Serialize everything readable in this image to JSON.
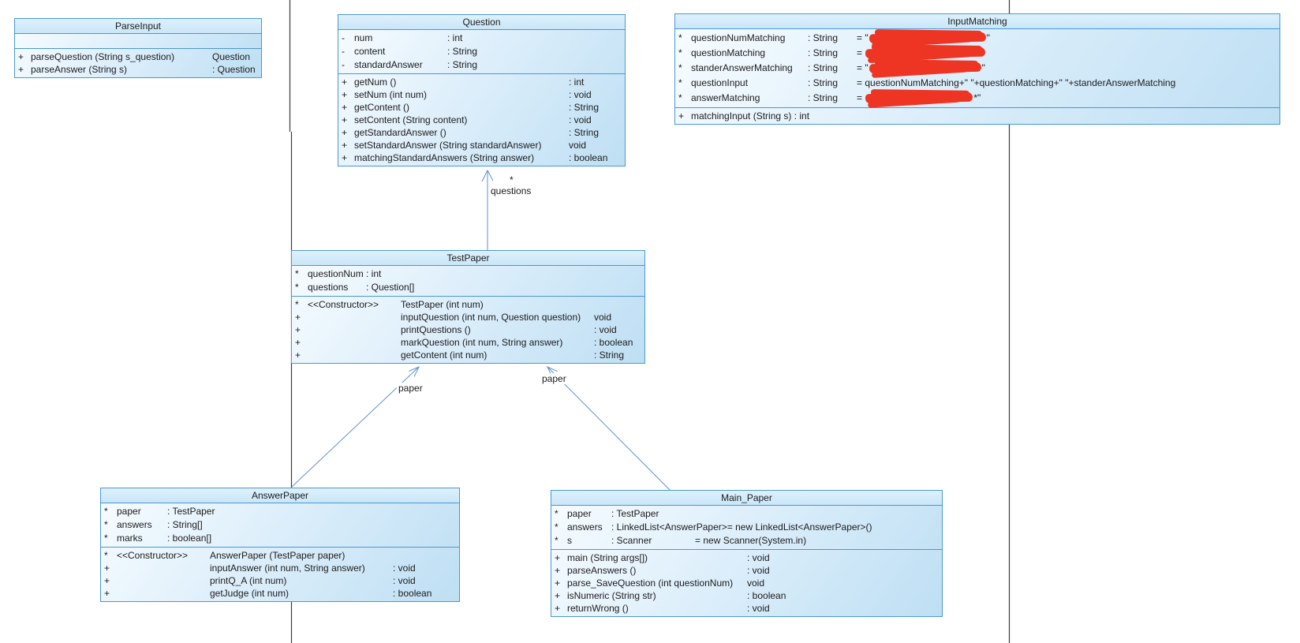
{
  "diagram": {
    "type": "uml-class-diagram",
    "colors": {
      "box_border": "#4a98d3",
      "box_fill_light": "#f7fcff",
      "box_fill_dark": "#bedff3",
      "association_line": "#5e93cc",
      "page_boundary_line": "#3c3c3c",
      "redaction_red": "#ee3524"
    },
    "edge_labels": [
      {
        "text": "*"
      },
      {
        "text": "questions"
      },
      {
        "text": "paper"
      },
      {
        "text": "paper"
      }
    ],
    "classes": [
      {
        "name": "ParseInput",
        "attributes": [],
        "operations": [
          {
            "v": "+",
            "sig": "parseQuestion (String s_question)",
            "t": "Question"
          },
          {
            "v": "+",
            "sig": "parseAnswer (String s)",
            "t": ": Question"
          }
        ]
      },
      {
        "name": "Question",
        "attributes": [
          {
            "v": "-",
            "n": "num",
            "t": ": int"
          },
          {
            "v": "-",
            "n": "content",
            "t": ": String"
          },
          {
            "v": "-",
            "n": "standardAnswer",
            "t": ": String"
          }
        ],
        "operations": [
          {
            "v": "+",
            "sig": "getNum ()",
            "t": ": int"
          },
          {
            "v": "+",
            "sig": "setNum (int num)",
            "t": ": void"
          },
          {
            "v": "+",
            "sig": "getContent ()",
            "t": ": String"
          },
          {
            "v": "+",
            "sig": "setContent (String content)",
            "t": ": void"
          },
          {
            "v": "+",
            "sig": "getStandardAnswer ()",
            "t": ": String"
          },
          {
            "v": "+",
            "sig": "setStandardAnswer (String standardAnswer)",
            "t": "void"
          },
          {
            "v": "+",
            "sig": "matchingStandardAnswers (String answer)",
            "t": ": boolean"
          }
        ]
      },
      {
        "name": "InputMatching",
        "attributes": [
          {
            "v": "*",
            "n": "questionNumMatching",
            "t": ": String",
            "val": {
              "pre": "= \"",
              "redact": 148,
              "tail": "\""
            }
          },
          {
            "v": "*",
            "n": "questionMatching",
            "t": ": String",
            "val": {
              "pre": "= ",
              "redact": 152,
              "tail": ""
            }
          },
          {
            "v": "*",
            "n": "standerAnswerMatching",
            "t": ": String",
            "val": {
              "pre": "= \"",
              "redact": 142,
              "tail": "\""
            }
          },
          {
            "v": "*",
            "n": "questionInput",
            "t": ": String",
            "val": "= questionNumMatching+\" \"+questionMatching+\" \"+standerAnswerMatching"
          },
          {
            "v": "*",
            "n": "answerMatching",
            "t": ": String",
            "val": {
              "pre": "= ",
              "redact": 136,
              "tail": "*\""
            }
          }
        ],
        "operations": [
          {
            "v": "+",
            "sig": "matchingInput (String s) : int",
            "t": ""
          }
        ]
      },
      {
        "name": "TestPaper",
        "attributes": [
          {
            "v": "*",
            "n": "questionNum",
            "t": ": int"
          },
          {
            "v": "*",
            "n": "questions",
            "t": ": Question[]"
          }
        ],
        "operations": [
          {
            "v": "*",
            "s": "<<Constructor>>",
            "sig": "TestPaper (int num)",
            "t": ""
          },
          {
            "v": "+",
            "s": "",
            "sig": "inputQuestion (int num, Question question)",
            "t": "void"
          },
          {
            "v": "+",
            "s": "",
            "sig": "printQuestions ()",
            "t": ": void"
          },
          {
            "v": "+",
            "s": "",
            "sig": "markQuestion (int num, String answer)",
            "t": ": boolean"
          },
          {
            "v": "+",
            "s": "",
            "sig": "getContent (int num)",
            "t": ": String"
          }
        ]
      },
      {
        "name": "AnswerPaper",
        "attributes": [
          {
            "v": "*",
            "n": "paper",
            "t": ": TestPaper"
          },
          {
            "v": "*",
            "n": "answers",
            "t": ": String[]"
          },
          {
            "v": "*",
            "n": "marks",
            "t": ": boolean[]"
          }
        ],
        "operations": [
          {
            "v": "*",
            "s": "<<Constructor>>",
            "sig": "AnswerPaper (TestPaper paper)",
            "t": ""
          },
          {
            "v": "+",
            "s": "",
            "sig": "inputAnswer (int num, String answer)",
            "t": ": void"
          },
          {
            "v": "+",
            "s": "",
            "sig": "printQ_A (int num)",
            "t": ": void"
          },
          {
            "v": "+",
            "s": "",
            "sig": "getJudge (int num)",
            "t": ": boolean"
          }
        ]
      },
      {
        "name": "Main_Paper",
        "attributes": [
          {
            "v": "*",
            "n": "paper",
            "t": ": TestPaper"
          },
          {
            "v": "*",
            "n": "answers",
            "t": ": LinkedList<AnswerPaper>",
            "val": "= new LinkedList<AnswerPaper>()"
          },
          {
            "v": "*",
            "n": "s",
            "t": ": Scanner",
            "val": "= new Scanner(System.in)"
          }
        ],
        "operations": [
          {
            "v": "+",
            "sig": "main (String args[])",
            "t": ": void"
          },
          {
            "v": "+",
            "sig": "parseAnswers ()",
            "t": ": void"
          },
          {
            "v": "+",
            "sig": "parse_SaveQuestion (int questionNum)",
            "t": "void"
          },
          {
            "v": "+",
            "sig": "isNumeric (String str)",
            "t": ": boolean"
          },
          {
            "v": "+",
            "sig": "returnWrong ()",
            "t": ": void"
          }
        ]
      }
    ]
  }
}
